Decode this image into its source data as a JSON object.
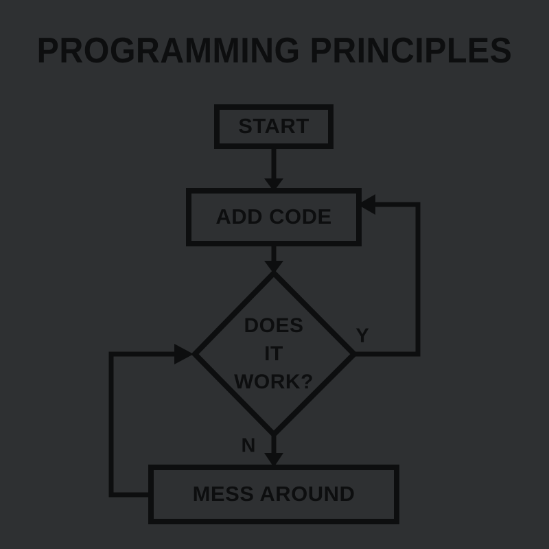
{
  "poster": {
    "title": "PROGRAMMING PRINCIPLES",
    "background_color": "#2e3032",
    "ink_color": "#0d0e0f"
  },
  "flowchart": {
    "type": "flowchart",
    "nodes": [
      {
        "id": "start",
        "shape": "rectangle",
        "label": "START"
      },
      {
        "id": "add_code",
        "shape": "rectangle",
        "label": "ADD CODE"
      },
      {
        "id": "decision",
        "shape": "diamond",
        "label_lines": [
          "DOES",
          "IT",
          "WORK?"
        ]
      },
      {
        "id": "mess_around",
        "shape": "rectangle",
        "label": "MESS AROUND"
      }
    ],
    "edges": [
      {
        "from": "start",
        "to": "add_code",
        "label": ""
      },
      {
        "from": "add_code",
        "to": "decision",
        "label": ""
      },
      {
        "from": "decision",
        "to": "add_code",
        "label": "Y"
      },
      {
        "from": "decision",
        "to": "mess_around",
        "label": "N"
      },
      {
        "from": "mess_around",
        "to": "decision",
        "label": ""
      }
    ],
    "branch_labels": {
      "yes": "Y",
      "no": "N"
    }
  }
}
